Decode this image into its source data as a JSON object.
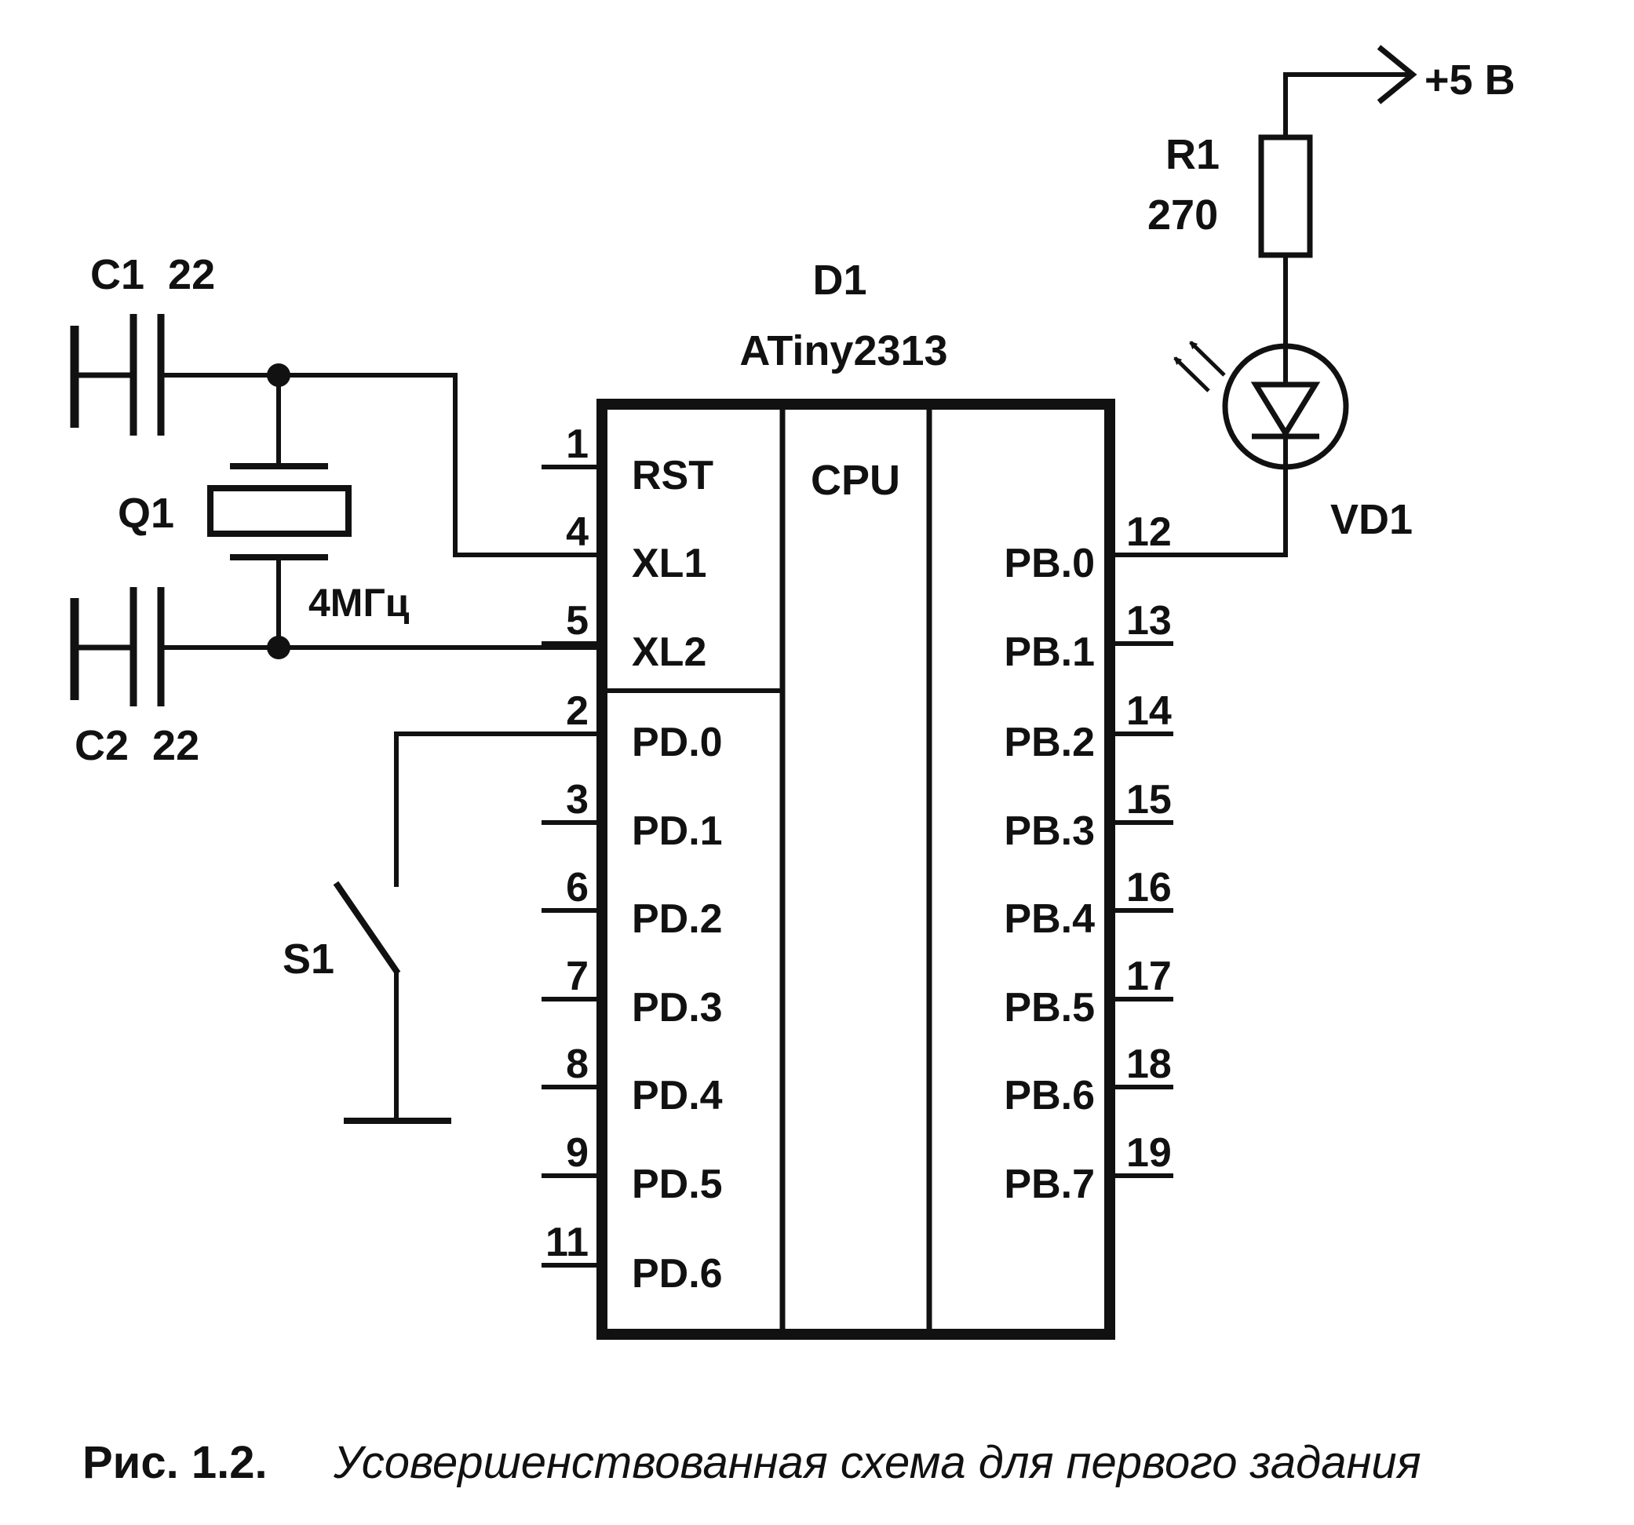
{
  "colors": {
    "ink": "#111111",
    "background": "#ffffff"
  },
  "chip": {
    "ref": "D1",
    "part": "ATiny2313",
    "cpu_label": "CPU",
    "left_pins": [
      {
        "num": "1",
        "name": "RST"
      },
      {
        "num": "4",
        "name": "XL1"
      },
      {
        "num": "5",
        "name": "XL2"
      },
      {
        "num": "2",
        "name": "PD.0"
      },
      {
        "num": "3",
        "name": "PD.1"
      },
      {
        "num": "6",
        "name": "PD.2"
      },
      {
        "num": "7",
        "name": "PD.3"
      },
      {
        "num": "8",
        "name": "PD.4"
      },
      {
        "num": "9",
        "name": "PD.5"
      },
      {
        "num": "11",
        "name": "PD.6"
      }
    ],
    "right_pins": [
      {
        "num": "12",
        "name": "PB.0"
      },
      {
        "num": "13",
        "name": "PB.1"
      },
      {
        "num": "14",
        "name": "PB.2"
      },
      {
        "num": "15",
        "name": "PB.3"
      },
      {
        "num": "16",
        "name": "PB.4"
      },
      {
        "num": "17",
        "name": "PB.5"
      },
      {
        "num": "18",
        "name": "PB.6"
      },
      {
        "num": "19",
        "name": "PB.7"
      }
    ]
  },
  "components": {
    "c1_label": "C1  22",
    "c2_label": "C2  22",
    "q1_ref": "Q1",
    "q1_freq": "4МГц",
    "r1_ref": "R1",
    "r1_value": "270",
    "vd1_ref": "VD1",
    "s1_ref": "S1",
    "power_label": "+5 В"
  },
  "caption": {
    "prefix": "Рис. 1.2.",
    "text": "Усовершенствованная схема для первого задания"
  }
}
